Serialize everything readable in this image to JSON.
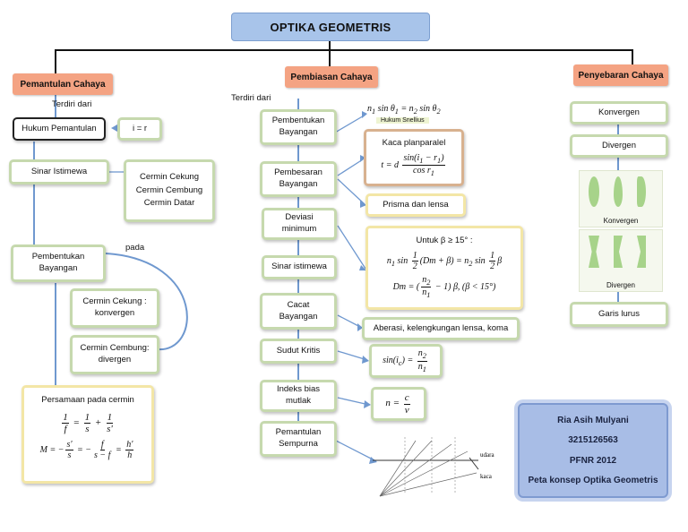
{
  "title": "OPTIKA GEOMETRIS",
  "categories": {
    "reflection": "Pemantulan Cahaya",
    "refraction": "Pembiasan Cahaya",
    "dispersion": "Penyebaran Cahaya"
  },
  "labels": {
    "terdiri_left": "Terdiri dari",
    "terdiri_mid": "Terdiri dari",
    "pada": "pada"
  },
  "reflection": {
    "law": "Hukum Pemantulan",
    "law_value": "i = r",
    "special_rays": "Sinar Istimewa",
    "mirrors": [
      "Cermin Cekung",
      "Cermin Cembung",
      "Cermin Datar"
    ],
    "image_formation": "Pembentukan Bayangan",
    "concave": "Cermin Cekung : konvergen",
    "convex": "Cermin Cembung: divergen",
    "equation_title": "Persamaan pada cermin"
  },
  "refraction": {
    "nodes": [
      "Pembentukan Bayangan",
      "Pembesaran Bayangan",
      "Deviasi minimum",
      "Sinar istimewa",
      "Cacat Bayangan",
      "Sudut Kritis",
      "Indeks bias mutlak",
      "Pemantulan Sempurna"
    ],
    "snell_label": "Hukum Snellius",
    "plan_parallel": "Kaca planparalel",
    "prism": "Prisma dan lensa",
    "deviation_condition": "Untuk β ≥ 15° :",
    "aberration": "Aberasi, kelengkungan lensa, koma",
    "tir_labels": {
      "air": "udara",
      "glass": "kaca"
    }
  },
  "dispersion": {
    "items": [
      "Konvergen",
      "Divergen",
      "Garis lurus"
    ],
    "thumb_captions": [
      "Konvergen",
      "Divergen"
    ]
  },
  "profile": {
    "name": "Ria Asih Mulyani",
    "id": "3215126563",
    "program": "PFNR 2012",
    "caption": "Peta konsep Optika Geometris"
  }
}
